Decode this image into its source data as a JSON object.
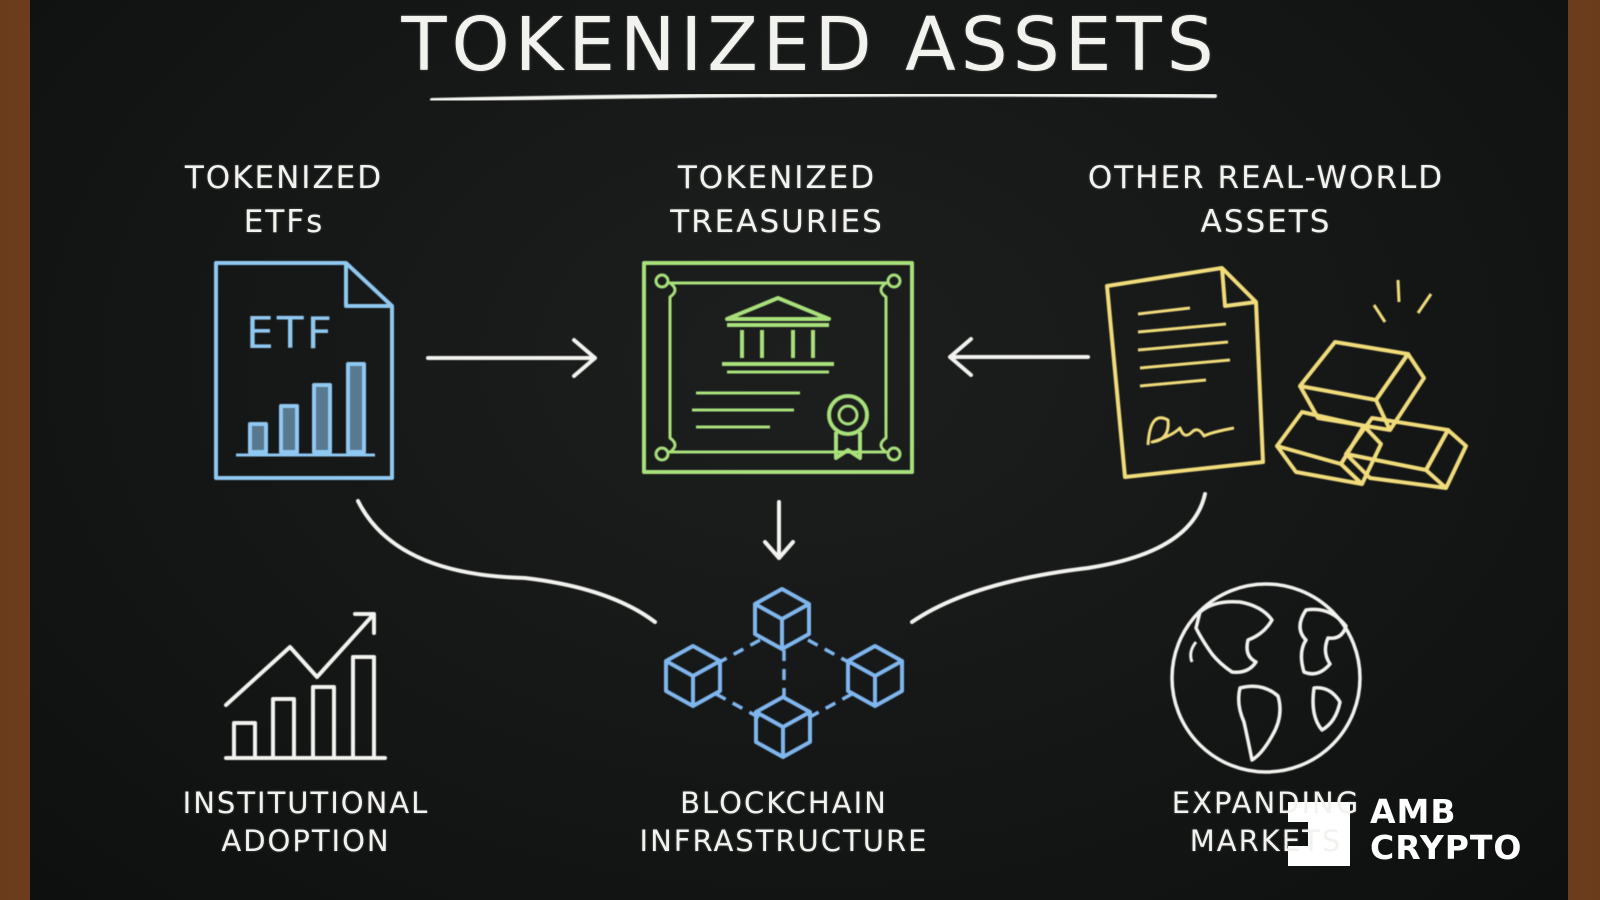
{
  "title": "TOKENIZED ASSETS",
  "categories": [
    {
      "line1": "TOKENIZED",
      "line2": "ETFs",
      "icon": "etf-document-icon"
    },
    {
      "line1": "TOKENIZED",
      "line2": "TREASURIES",
      "icon": "treasury-certificate-icon"
    },
    {
      "line1": "OTHER REAL-WORLD",
      "line2": "ASSETS",
      "icon": "deed-and-gold-bars-icon"
    }
  ],
  "etf_doc_label": "ETF",
  "outcomes": [
    {
      "line1": "INSTITUTIONAL",
      "line2": "ADOPTION",
      "icon": "growth-chart-icon"
    },
    {
      "line1": "BLOCKCHAIN",
      "line2": "INFRASTRUCTURE",
      "icon": "blockchain-network-icon"
    },
    {
      "line1": "EXPANDING",
      "line2": "MARKETS",
      "icon": "globe-icon"
    }
  ],
  "watermark": {
    "line1": "AMB",
    "line2": "CRYPTO"
  },
  "colors": {
    "board": "#151717",
    "frame": "#7a4622",
    "chalk": "#f2f2ee",
    "etf": "#8fc8f0",
    "treasury": "#a8e07a",
    "rwa": "#f0dc7a",
    "blockchain": "#7fb6ee"
  }
}
